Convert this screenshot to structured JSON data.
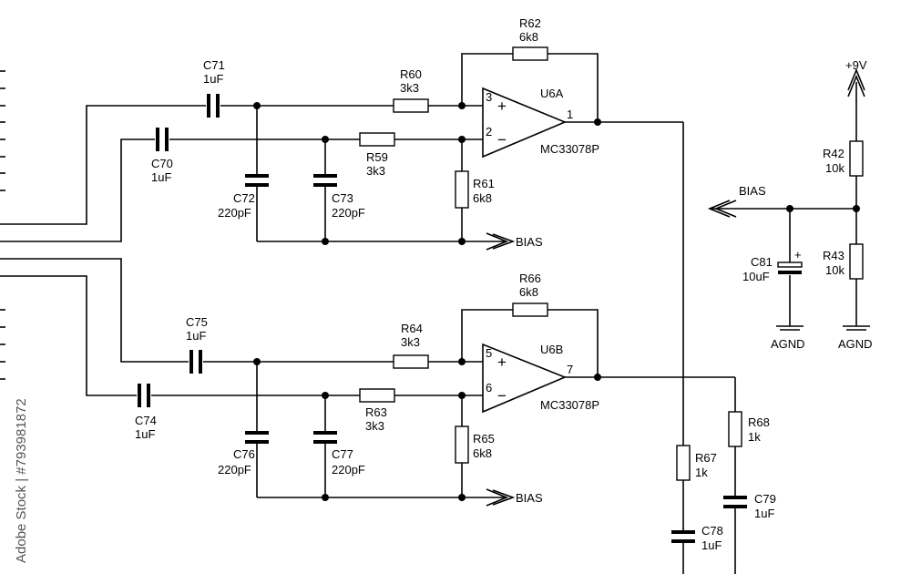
{
  "watermark": "Adobe Stock | #793981872",
  "opamps": {
    "u6a": {
      "ref": "U6A",
      "part": "MC33078P",
      "pin_noninv": "3",
      "pin_inv": "2",
      "pin_out": "1"
    },
    "u6b": {
      "ref": "U6B",
      "part": "MC33078P",
      "pin_noninv": "5",
      "pin_inv": "6",
      "pin_out": "7"
    }
  },
  "signs": {
    "plus": "+",
    "minus": "−",
    "cap_plus": "+"
  },
  "components": {
    "c71": {
      "ref": "C71",
      "value": "1uF"
    },
    "c70": {
      "ref": "C70",
      "value": "1uF"
    },
    "c72": {
      "ref": "C72",
      "value": "220pF"
    },
    "c73": {
      "ref": "C73",
      "value": "220pF"
    },
    "r60": {
      "ref": "R60",
      "value": "3k3"
    },
    "r59": {
      "ref": "R59",
      "value": "3k3"
    },
    "r61": {
      "ref": "R61",
      "value": "6k8"
    },
    "r62": {
      "ref": "R62",
      "value": "6k8"
    },
    "c75": {
      "ref": "C75",
      "value": "1uF"
    },
    "c74": {
      "ref": "C74",
      "value": "1uF"
    },
    "c76": {
      "ref": "C76",
      "value": "220pF"
    },
    "c77": {
      "ref": "C77",
      "value": "220pF"
    },
    "r64": {
      "ref": "R64",
      "value": "3k3"
    },
    "r63": {
      "ref": "R63",
      "value": "3k3"
    },
    "r65": {
      "ref": "R65",
      "value": "6k8"
    },
    "r66": {
      "ref": "R66",
      "value": "6k8"
    },
    "r67": {
      "ref": "R67",
      "value": "1k"
    },
    "c78": {
      "ref": "C78",
      "value": "1uF"
    },
    "r68": {
      "ref": "R68",
      "value": "1k"
    },
    "c79": {
      "ref": "C79",
      "value": "1uF"
    },
    "r42": {
      "ref": "R42",
      "value": "10k"
    },
    "r43": {
      "ref": "R43",
      "value": "10k"
    },
    "c81": {
      "ref": "C81",
      "value": "10uF"
    }
  },
  "nets": {
    "bias": "BIAS",
    "supply": "+9V",
    "agnd": "AGND"
  }
}
